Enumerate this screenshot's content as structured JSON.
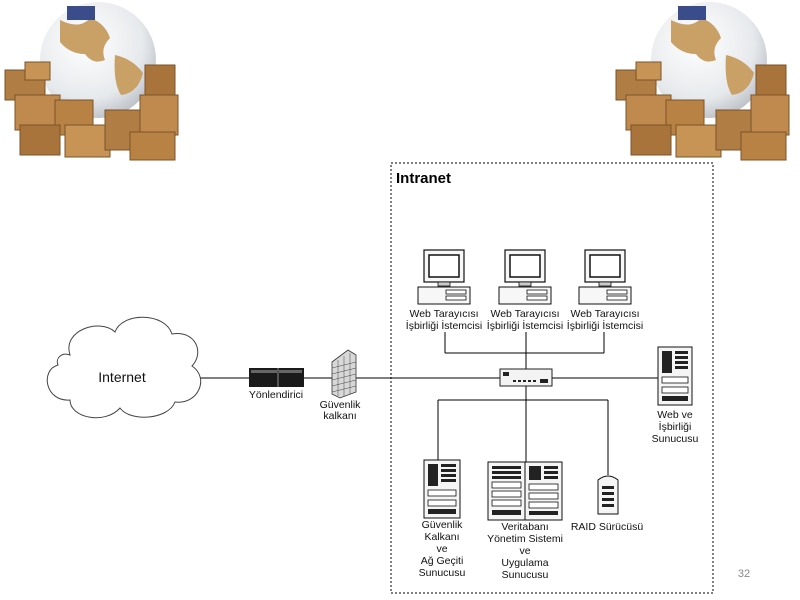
{
  "intranet_title": "Intranet",
  "internet_label": "Internet",
  "router_label": "Yönlendirici",
  "firewall_label": [
    "Güvenlik",
    "kalkanı"
  ],
  "clients": [
    {
      "lines": [
        "Web Tarayıcısı",
        "İşbirliği İstemcisi"
      ]
    },
    {
      "lines": [
        "Web Tarayıcısı",
        "İşbirliği İstemcisi"
      ]
    },
    {
      "lines": [
        "Web Tarayıcısı",
        "İşbirliği İstemcisi"
      ]
    }
  ],
  "web_server_label": [
    "Web ve",
    "İşbirliği",
    "Sunucusu"
  ],
  "security_gateway_label": [
    "Güvenlik",
    "Kalkanı",
    "ve",
    "Ağ Geçiti",
    "Sunucusu"
  ],
  "db_server_label": [
    "Veritabanı",
    "Yönetim Sistemi",
    "ve",
    "Uygulama",
    "Sunucusu"
  ],
  "raid_label": "RAID Sürücüsü",
  "page_number": "32",
  "icons": [
    "globe-boxes-icon",
    "computer-icon",
    "server-tower-icon",
    "network-switch-icon",
    "router-icon",
    "firewall-wall-icon",
    "cloud-icon",
    "raid-drive-icon"
  ]
}
